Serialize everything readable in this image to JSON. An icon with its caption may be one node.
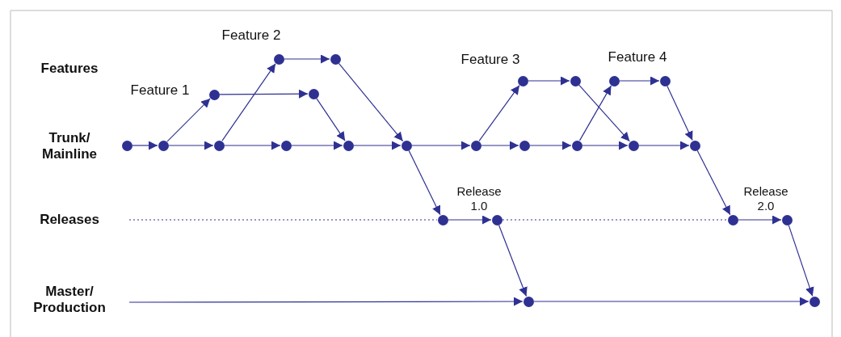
{
  "diagram": {
    "nodes": [
      {
        "text": [],
        "shape": "circle"
      },
      {
        "text": [],
        "shape": "circle"
      },
      {
        "text": [],
        "shape": "circle"
      },
      {
        "text": [],
        "shape": "circle"
      },
      {
        "text": [],
        "shape": "circle"
      },
      {
        "text": [],
        "shape": "circle"
      },
      {
        "text": [],
        "shape": "circle"
      },
      {
        "text": [],
        "shape": "circle"
      },
      {
        "text": [],
        "shape": "circle"
      },
      {
        "text": [],
        "shape": "circle"
      },
      {
        "text": [],
        "shape": "circle"
      },
      {
        "text": [],
        "shape": "circle"
      },
      {
        "text": [],
        "shape": "circle"
      },
      {
        "text": [],
        "shape": "circle"
      },
      {
        "text": [],
        "shape": "circle"
      },
      {
        "text": [],
        "shape": "circle"
      },
      {
        "text": [],
        "shape": "circle"
      },
      {
        "text": [],
        "shape": "circle"
      },
      {
        "text": [],
        "shape": "circle"
      },
      {
        "text": [],
        "shape": "circle"
      },
      {
        "text": [],
        "shape": "circle"
      },
      {
        "text": [],
        "shape": "circle"
      },
      {
        "text": [],
        "shape": "circle"
      },
      {
        "text": [],
        "shape": "circle"
      },
      {
        "text": [],
        "shape": "circle"
      }
    ],
    "edges": [
      {
        "from": 0,
        "to": 1,
        "arrow": "to"
      },
      {
        "from": 1,
        "to": 2,
        "arrow": "to"
      },
      {
        "from": 2,
        "to": 3,
        "arrow": "to"
      },
      {
        "from": 3,
        "to": 4,
        "arrow": "to"
      },
      {
        "from": 4,
        "to": 5,
        "arrow": "to"
      },
      {
        "from": 5,
        "to": 6,
        "arrow": "to"
      },
      {
        "from": 6,
        "to": 7,
        "arrow": "to"
      },
      {
        "from": 7,
        "to": 8,
        "arrow": "to"
      },
      {
        "from": 8,
        "to": 9,
        "arrow": "to"
      },
      {
        "from": 9,
        "to": 10,
        "arrow": "to"
      },
      {
        "from": 1,
        "to": 11,
        "arrow": "to"
      },
      {
        "from": 11,
        "to": 12,
        "arrow": "to"
      },
      {
        "from": 12,
        "to": 4,
        "arrow": "to"
      },
      {
        "from": 2,
        "to": 13,
        "arrow": "to"
      },
      {
        "from": 13,
        "to": 14,
        "arrow": "to"
      },
      {
        "from": 14,
        "to": 5,
        "arrow": "to"
      },
      {
        "from": 6,
        "to": 15,
        "arrow": "to"
      },
      {
        "from": 15,
        "to": 16,
        "arrow": "to"
      },
      {
        "from": 16,
        "to": 9,
        "arrow": "to"
      },
      {
        "from": 8,
        "to": 17,
        "arrow": "to"
      },
      {
        "from": 17,
        "to": 18,
        "arrow": "to"
      },
      {
        "from": 18,
        "to": 10,
        "arrow": "to"
      },
      {
        "from": null,
        "to": 19,
        "arrow": "none",
        "style": "dashed"
      },
      {
        "from": 5,
        "to": 19,
        "arrow": "to"
      },
      {
        "from": 19,
        "to": 20,
        "arrow": "to"
      },
      {
        "from": 20,
        "to": 23,
        "arrow": "to"
      },
      {
        "from": 20,
        "to": 21,
        "arrow": "none",
        "style": "dashed"
      },
      {
        "from": 10,
        "to": 21,
        "arrow": "to"
      },
      {
        "from": 21,
        "to": 22,
        "arrow": "to"
      },
      {
        "from": 22,
        "to": 24,
        "arrow": "to"
      },
      {
        "from": null,
        "to": 23,
        "arrow": "to"
      },
      {
        "from": 23,
        "to": 24,
        "arrow": "to"
      }
    ],
    "labels": [
      "Feature 2",
      "Features",
      "Feature 3",
      "Feature 4",
      "Feature 1",
      "Trunk/ Mainline",
      "Release 1.0",
      "Release 2.0",
      "Releases",
      "Master/ Production"
    ]
  }
}
